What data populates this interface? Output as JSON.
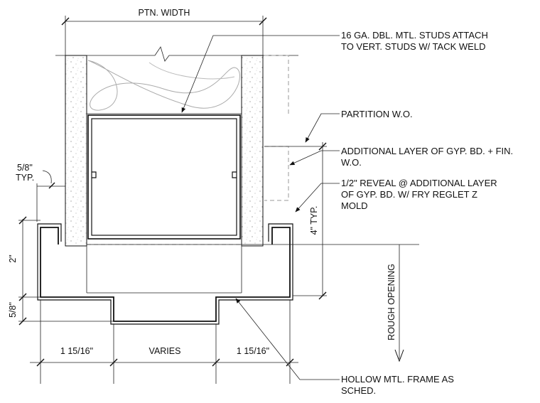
{
  "dimensions": {
    "ptn_width": "PTN. WIDTH",
    "typ_5_8_a": "5/8\"",
    "typ_5_8_b": "TYP.",
    "two_inch": "2\"",
    "five_eighths": "5/8\"",
    "four_typ": "4\" TYP.",
    "rough_opening": "ROUGH OPENING",
    "left_width": "1 15/16\"",
    "varies": "VARIES",
    "right_width": "1 15/16\""
  },
  "notes": {
    "studs_line1": "16 GA. DBL. MTL. STUDS ATTACH",
    "studs_line2": "TO VERT. STUDS W/ TACK WELD",
    "partition": "PARTITION W.O.",
    "gyp_line1": "ADDITIONAL LAYER OF GYP. BD. + FIN.",
    "gyp_line2": "W.O.",
    "reveal_line1": "1/2\" REVEAL @ ADDITIONAL LAYER",
    "reveal_line2": "OF GYP. BD. W/ FRY REGLET Z",
    "reveal_line3": "MOLD",
    "frame_line1": "HOLLOW MTL. FRAME AS",
    "frame_line2": "SCHED."
  }
}
